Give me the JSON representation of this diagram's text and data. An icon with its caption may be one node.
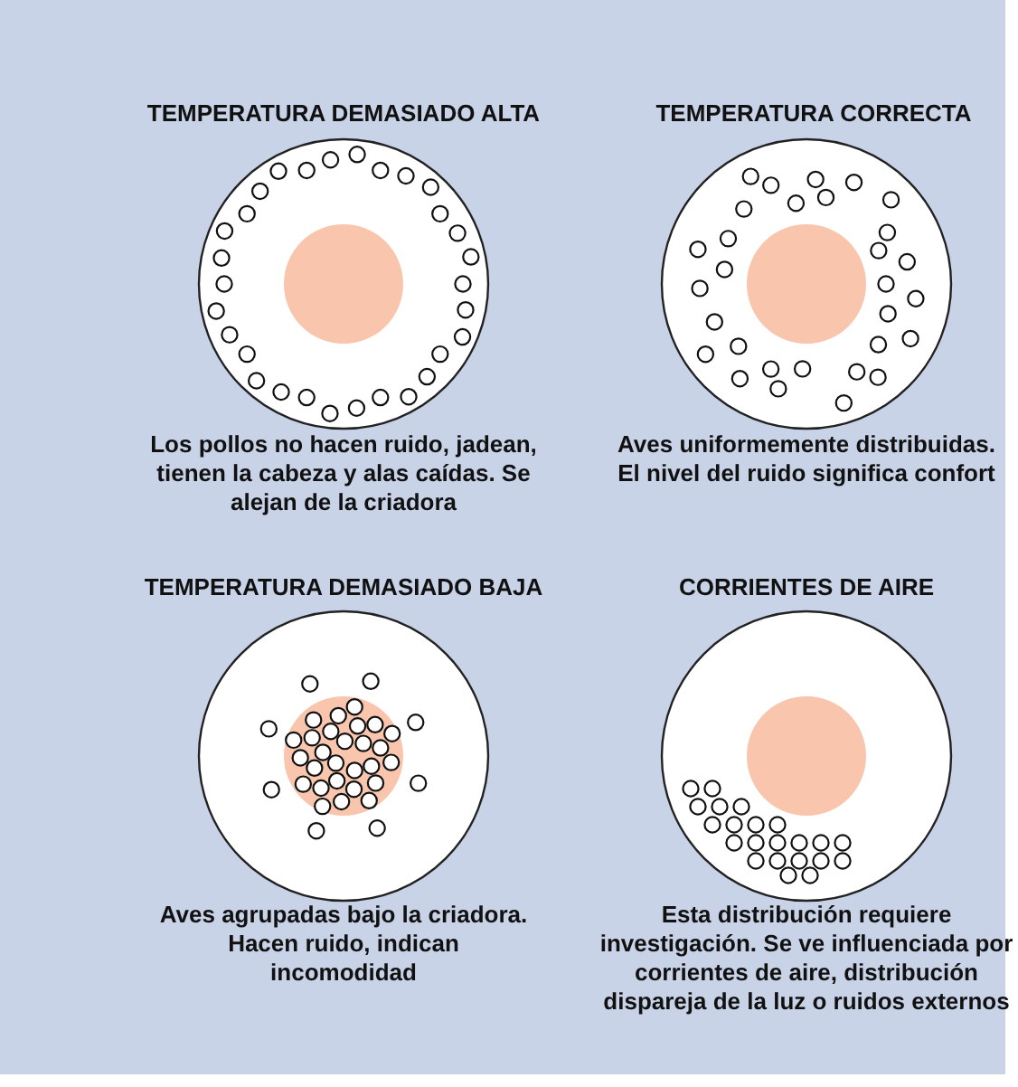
{
  "diagram": {
    "labels": [
      "TEMPERATURA DEMASIADO ALTA",
      "TEMPERATURA CORRECTA",
      "Los pollos no hacen ruido, jadean, tienen la cabeza y alas caídas. Se alejan de la criadora",
      "Aves uniformemente distribuidas. El nivel del ruido significa confort",
      "TEMPERATURA DEMASIADO BAJA",
      "CORRIENTES DE AIRE",
      "Aves agrupadas bajo la criadora. Hacen ruido, indican incomodidad",
      "Esta distribución requiere investigación. Se ve influenciada por corrientes de aire, distribución dispareja de la luz o ruidos externos"
    ]
  }
}
